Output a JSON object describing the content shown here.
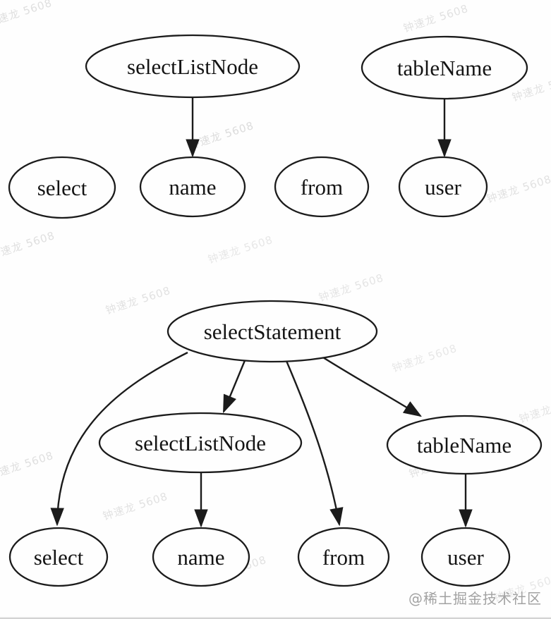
{
  "watermark": {
    "tile_text": "钟速龙 5608",
    "credit": "@稀土掘金技术社区"
  },
  "colors": {
    "background": "#fefefe",
    "node_fill": "#fefefe",
    "node_stroke": "#1b1b1b",
    "label_text": "#141414",
    "watermark_tile": "#c6c6c6",
    "watermark_credit": "#a2a2a2"
  },
  "diagram_top": {
    "nodes": {
      "selectListNode": {
        "label": "selectListNode"
      },
      "tableName": {
        "label": "tableName"
      },
      "select": {
        "label": "select"
      },
      "name": {
        "label": "name"
      },
      "from": {
        "label": "from"
      },
      "user": {
        "label": "user"
      }
    },
    "edges": [
      {
        "from": "selectListNode",
        "to": "name"
      },
      {
        "from": "tableName",
        "to": "user"
      }
    ]
  },
  "diagram_bottom": {
    "nodes": {
      "selectStatement": {
        "label": "selectStatement"
      },
      "selectListNode": {
        "label": "selectListNode"
      },
      "tableName": {
        "label": "tableName"
      },
      "select": {
        "label": "select"
      },
      "name": {
        "label": "name"
      },
      "from": {
        "label": "from"
      },
      "user": {
        "label": "user"
      }
    },
    "edges": [
      {
        "from": "selectStatement",
        "to": "select"
      },
      {
        "from": "selectStatement",
        "to": "selectListNode"
      },
      {
        "from": "selectStatement",
        "to": "from"
      },
      {
        "from": "selectStatement",
        "to": "tableName"
      },
      {
        "from": "selectListNode",
        "to": "name"
      },
      {
        "from": "tableName",
        "to": "user"
      }
    ]
  }
}
